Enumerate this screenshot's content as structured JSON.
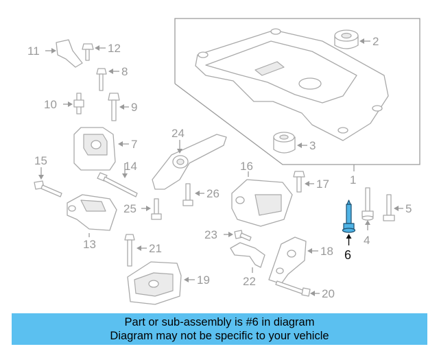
{
  "diagram": {
    "callouts": [
      "1",
      "2",
      "3",
      "4",
      "5",
      "6",
      "7",
      "8",
      "9",
      "10",
      "11",
      "12",
      "13",
      "14",
      "15",
      "16",
      "17",
      "18",
      "19",
      "20",
      "21",
      "22",
      "23",
      "24",
      "25",
      "26"
    ],
    "highlighted_callout": "6"
  },
  "colors": {
    "highlight_part": "#4fb3e5",
    "banner_background": "#5bc0f0",
    "line_art": "#a9a9a9"
  },
  "banner": {
    "line1": "Part or sub-assembly is #6 in diagram",
    "line2": "Diagram may not be specific to your vehicle"
  }
}
